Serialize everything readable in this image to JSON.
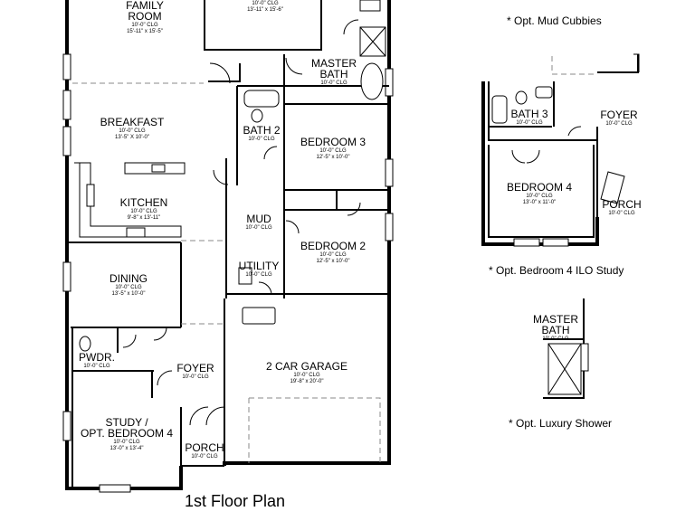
{
  "plan_title": "1st Floor Plan",
  "rooms": {
    "family": {
      "name": "FAMILY",
      "name2": "ROOM",
      "clg": "10'-0\" CLG",
      "size": "15'-11\" x 15'-5\""
    },
    "master_bed": {
      "clg": "10'-0\" CLG",
      "size": "13'-11\" x 15'-6\""
    },
    "master_bath": {
      "name": "MASTER",
      "name2": "BATH",
      "clg": "10'-0\" CLG"
    },
    "breakfast": {
      "name": "BREAKFAST",
      "clg": "10'-0\" CLG",
      "size": "13'-5\" X 10'-0\""
    },
    "bath2": {
      "name": "BATH 2",
      "clg": "10'-0\" CLG"
    },
    "bedroom3": {
      "name": "BEDROOM 3",
      "clg": "10'-0\" CLG",
      "size": "12'-5\" x 10'-0\""
    },
    "kitchen": {
      "name": "KITCHEN",
      "clg": "10'-0\" CLG",
      "size": "9'-8\" x 13'-11\""
    },
    "mud": {
      "name": "MUD",
      "clg": "10'-0\" CLG"
    },
    "bedroom2": {
      "name": "BEDROOM 2",
      "clg": "10'-0\" CLG",
      "size": "12'-5\" x 10'-0\""
    },
    "utility": {
      "name": "UTILITY",
      "clg": "10'-0\" CLG"
    },
    "dining": {
      "name": "DINING",
      "clg": "10'-0\" CLG",
      "size": "13'-5\" x 10'-0\""
    },
    "garage": {
      "name": "2 CAR GARAGE",
      "clg": "10'-0\" CLG",
      "size": "19'-8\" x 20'-0\""
    },
    "pwdr": {
      "name": "PWDR.",
      "clg": "10'-0\" CLG"
    },
    "foyer": {
      "name": "FOYER",
      "clg": "10'-0\" CLG"
    },
    "study": {
      "name": "STUDY /",
      "name2": "OPT. BEDROOM 4",
      "clg": "10'-0\" CLG",
      "size": "13'-0\" x 13'-4\""
    },
    "porch": {
      "name": "PORCH",
      "clg": "10'-0\" CLG"
    }
  },
  "options": {
    "mud_cubbies": {
      "note": "* Opt. Mud Cubbies"
    },
    "bedroom4": {
      "note": "* Opt. Bedroom 4 ILO Study",
      "bath3": {
        "name": "BATH 3",
        "clg": "10'-0\" CLG"
      },
      "foyer": {
        "name": "FOYER",
        "clg": "10'-0\" CLG"
      },
      "bedroom4": {
        "name": "BEDROOM 4",
        "clg": "10'-0\" CLG",
        "size": "13'-0\" x 11'-0\""
      },
      "porch": {
        "name": "PORCH",
        "clg": "10'-0\" CLG"
      }
    },
    "luxury_shower": {
      "note": "* Opt. Luxury Shower",
      "master_bath": {
        "name": "MASTER",
        "name2": "BATH",
        "clg": "10'-0\" CLG"
      }
    }
  }
}
